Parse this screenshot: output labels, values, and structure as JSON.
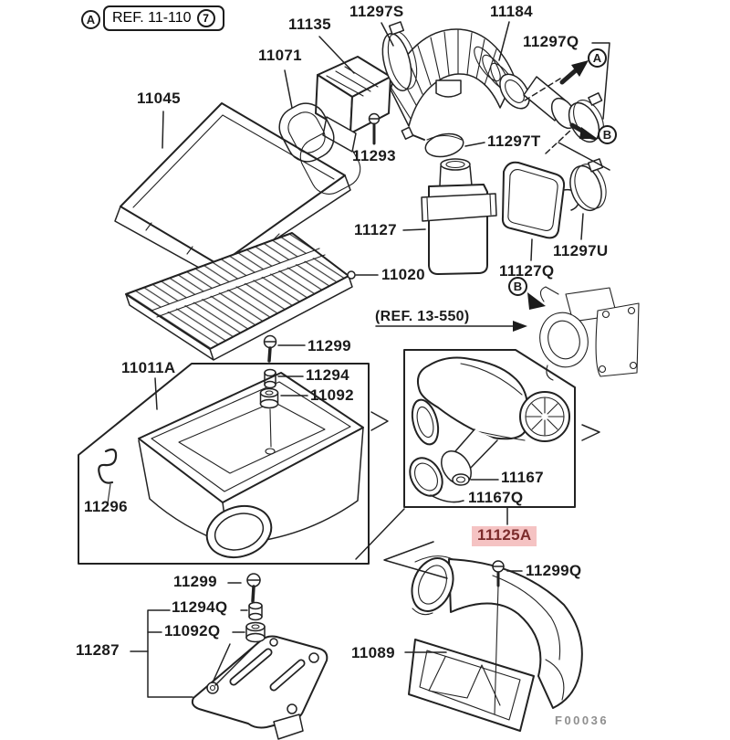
{
  "diagram": {
    "figure_code": "F00036",
    "ref_top": {
      "circle_letter": "A",
      "text": "REF. 11-110",
      "circle_number": "7"
    },
    "ref_mid": "(REF. 13-550)",
    "markers": {
      "a_right": "A",
      "b_right": "B",
      "b_mid": "B"
    },
    "highlight": {
      "background": "#f5c3c3",
      "text_color": "#7c2c2c"
    },
    "parts": {
      "maf_sensor": "11135",
      "clamp_s": "11297S",
      "intake_hose": "11184",
      "clamp_q": "11297Q",
      "gasket": "11071",
      "cleaner_cover": "11045",
      "bolt_maf": "11293",
      "clamp_t": "11297T",
      "resonator_tank": "11127",
      "clamp_u": "11297U",
      "filter_element": "11020",
      "side_cover": "11127Q",
      "bolt_top": "11299",
      "cleaner_body": "11011A",
      "grommet_top": "11294",
      "spacer_top": "11092",
      "clip": "11296",
      "nut": "11167",
      "ring": "11167Q",
      "air_duct_assembly": "11125A",
      "bolt_bottom": "11299",
      "grommet_bottom": "11294Q",
      "spacer_bottom": "11092Q",
      "bracket": "11287",
      "air_duct": "11089",
      "bolt_duct": "11299Q"
    }
  }
}
